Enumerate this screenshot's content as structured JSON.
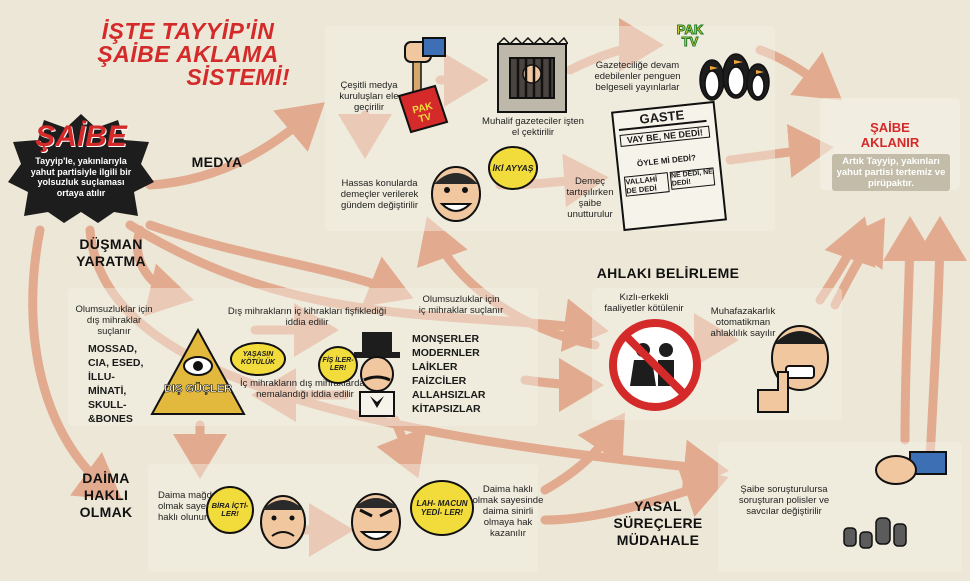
{
  "title": {
    "line1": "İŞTE TAYYİP'İN",
    "line2": "ŞAİBE AKLAMA",
    "line3": "SİSTEMİ!"
  },
  "start": {
    "heading": "ŞAİBE",
    "text": "Tayyip'le, yakınlarıyla yahut partisiyle ilgili bir yolsuzluk suçlaması ortaya atılır"
  },
  "sections": {
    "medya": "MEDYA",
    "dusman": "DÜŞMAN YARATMA",
    "ahlak": "AHLAKI BELİRLEME",
    "hakli": "DAİMA HAKLI OLMAK",
    "yasal": "YASAL SÜREÇLERE MÜDAHALE"
  },
  "medya": {
    "step1": "Çeşitli medya kuruluşları ele geçirilir",
    "step2": "Muhalif gazeteciler işten el çektirilir",
    "step3": "Gazeteciliğe devam edebilenler penguen belgeseli yayınlarlar",
    "step4": "Hassas konularda demeçler verilerek gündem değiştirilir",
    "step5": "Demeç tartışılırken şaibe unutturulur",
    "bubble": "İKİ AYYAŞ",
    "sign": "PAK TV",
    "tv": "PAK TV",
    "newspaper": {
      "title": "GASTE",
      "headline1": "VAY BE, NE DEDİ!",
      "headline2": "ÖYLE Mİ DEDİ?",
      "headline3": "VALLAHİ DE DEDİ",
      "headline4": "NE DEDİ, NE DEDİ!"
    }
  },
  "dusman": {
    "external_intro": "Olumsuzluklar için dış mihraklar suçlanır",
    "external_list": [
      "MOSSAD,",
      "CIA, ESED,",
      "İLLU-",
      "MİNATİ,",
      "SKULL-",
      "&BONES"
    ],
    "link_top": "Dış mihrakların iç kihrakları fişfiklediği iddia edilir",
    "link_bottom": "İç mihrakların dış mihraklardan nemalandığı iddia edilir",
    "internal_intro": "Olumsuzluklar için iç mihraklar suçlanır",
    "internal_list": [
      "MONŞERLER",
      "MODERNLER",
      "LAİKLER",
      "FAİZCİLER",
      "ALLAHSIZLAR",
      "KİTAPSIZLAR"
    ],
    "pyramid_label": "DIŞ GÜÇLER",
    "bubble1": "YAŞASIN KÖTÜLÜK",
    "bubble2": "FİŞ İLER- LER!"
  },
  "ahlak": {
    "step1": "Kızlı-erkekli faaliyetler kötülenir",
    "step2": "Muhafazakarlık otomatikman ahlaklılık sayılır"
  },
  "hakli": {
    "step1": "Daima mağdur olmak sayesinde hep haklı olunur",
    "step2": "Daima haklı olmak sayesinde daima sinirli olmaya hak kazanılır",
    "bubble1": "BİRA İÇTİ- LER!",
    "bubble2": "LAH- MACUN YEDİ- LER!"
  },
  "yasal": {
    "step1": "Şaibe soruşturulursa soruşturan polisler ve savcılar değiştirilir"
  },
  "result": {
    "heading1": "ŞAİBE",
    "heading2": "AKLANIR",
    "text": "Artık Tayyip, yakınları yahut partisi tertemiz ve pirüpaktır."
  },
  "colors": {
    "arrow": "#e2a487",
    "accent": "#d42a2a",
    "bubble": "#f2dc3c",
    "panel_bg": "#f5f2e6"
  }
}
